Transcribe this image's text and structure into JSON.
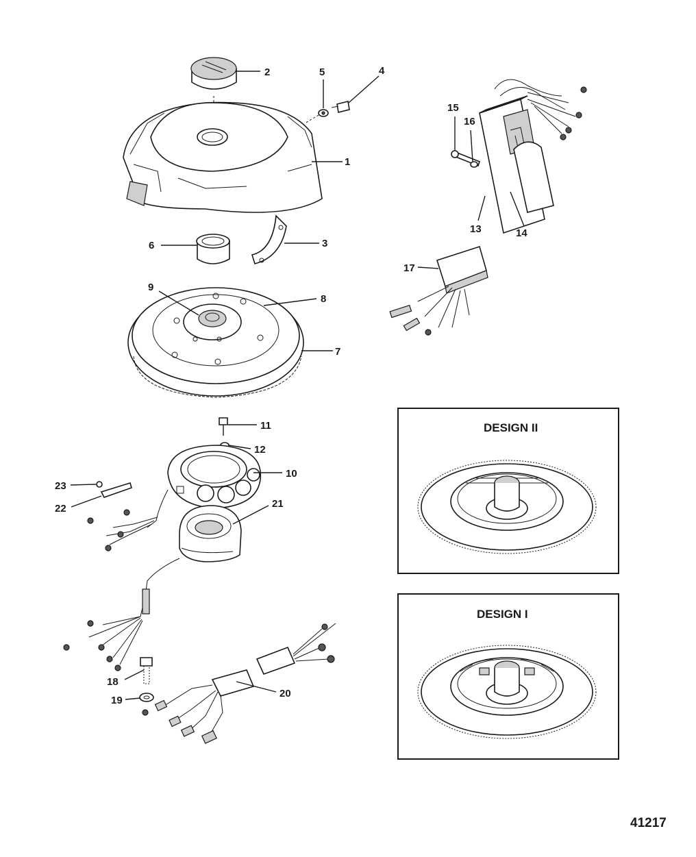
{
  "diagram": {
    "labels": {
      "p1": "1",
      "p2": "2",
      "p3": "3",
      "p4": "4",
      "p5": "5",
      "p6": "6",
      "p7": "7",
      "p8": "8",
      "p9": "9",
      "p10": "10",
      "p11": "11",
      "p12": "12",
      "p13": "13",
      "p14": "14",
      "p15": "15",
      "p16": "16",
      "p17": "17",
      "p18": "18",
      "p19": "19",
      "p20": "20",
      "p21": "21",
      "p22": "22",
      "p23": "23"
    },
    "inset_design_2": {
      "title": "DESIGN II"
    },
    "inset_design_1": {
      "title": "DESIGN I"
    },
    "figure_number": "41217"
  }
}
